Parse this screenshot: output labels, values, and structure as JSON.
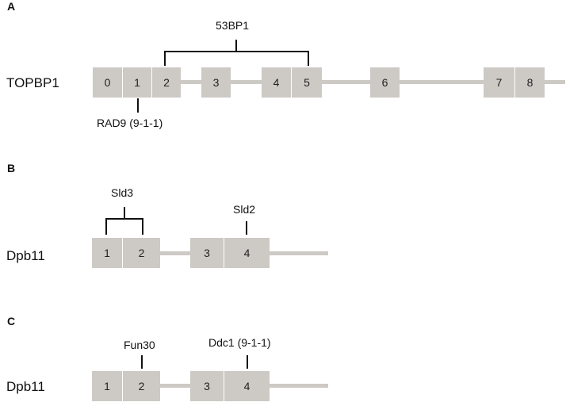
{
  "panels": {
    "a": {
      "letter": "A",
      "protein": "TOPBP1",
      "domains": [
        "0",
        "1",
        "2",
        "3",
        "4",
        "5",
        "6",
        "7",
        "8"
      ],
      "partners": {
        "bracket": "53BP1",
        "below": "RAD9 (9-1-1)"
      }
    },
    "b": {
      "letter": "B",
      "protein": "Dpb11",
      "domains": [
        "1",
        "2",
        "3",
        "4"
      ],
      "partners": {
        "bracket": "Sld3",
        "single": "Sld2"
      }
    },
    "c": {
      "letter": "C",
      "protein": "Dpb11",
      "domains": [
        "1",
        "2",
        "3",
        "4"
      ],
      "partners": {
        "left": "Fun30",
        "right": "Ddc1 (9-1-1)"
      }
    }
  },
  "colors": {
    "domain_fill": "#cdc9c5",
    "line": "#111111"
  }
}
